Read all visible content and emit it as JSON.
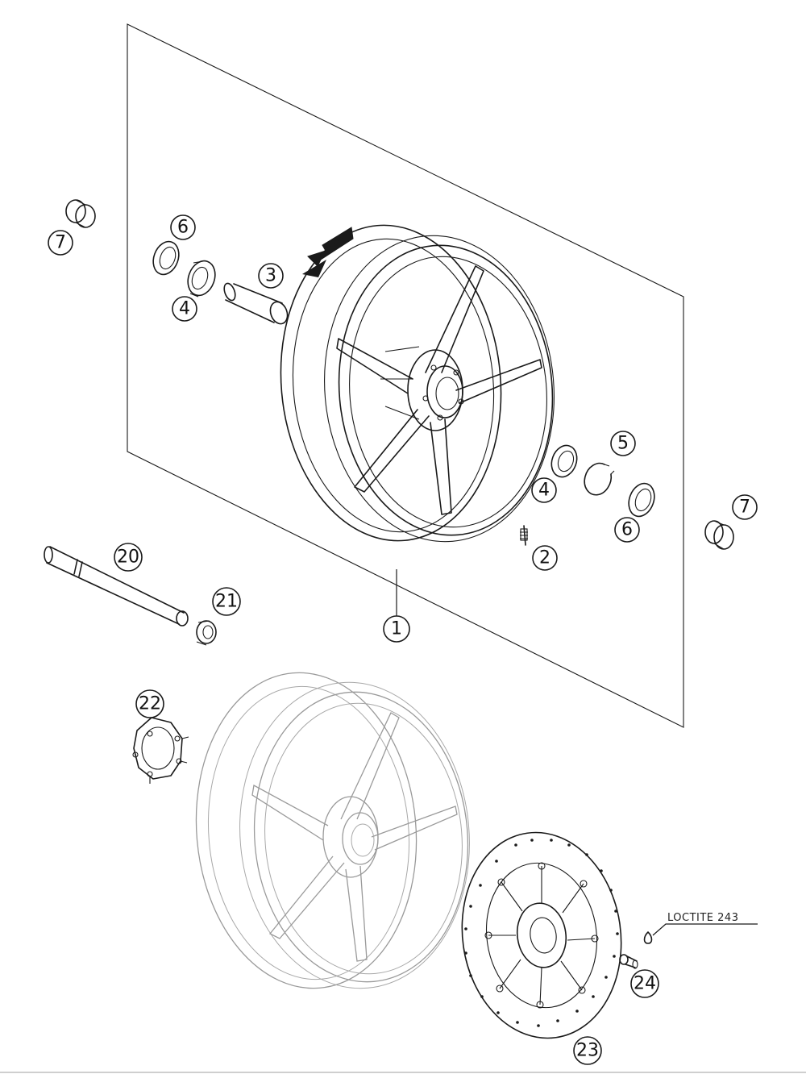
{
  "callouts": {
    "c1": "1",
    "c2": "2",
    "c3": "3",
    "c4a": "4",
    "c4b": "4",
    "c5": "5",
    "c6a": "6",
    "c6b": "6",
    "c7a": "7",
    "c7b": "7",
    "c20": "20",
    "c21": "21",
    "c22": "22",
    "c23": "23",
    "c24": "24"
  },
  "notes": {
    "loctite": "LOCTITE 243"
  }
}
